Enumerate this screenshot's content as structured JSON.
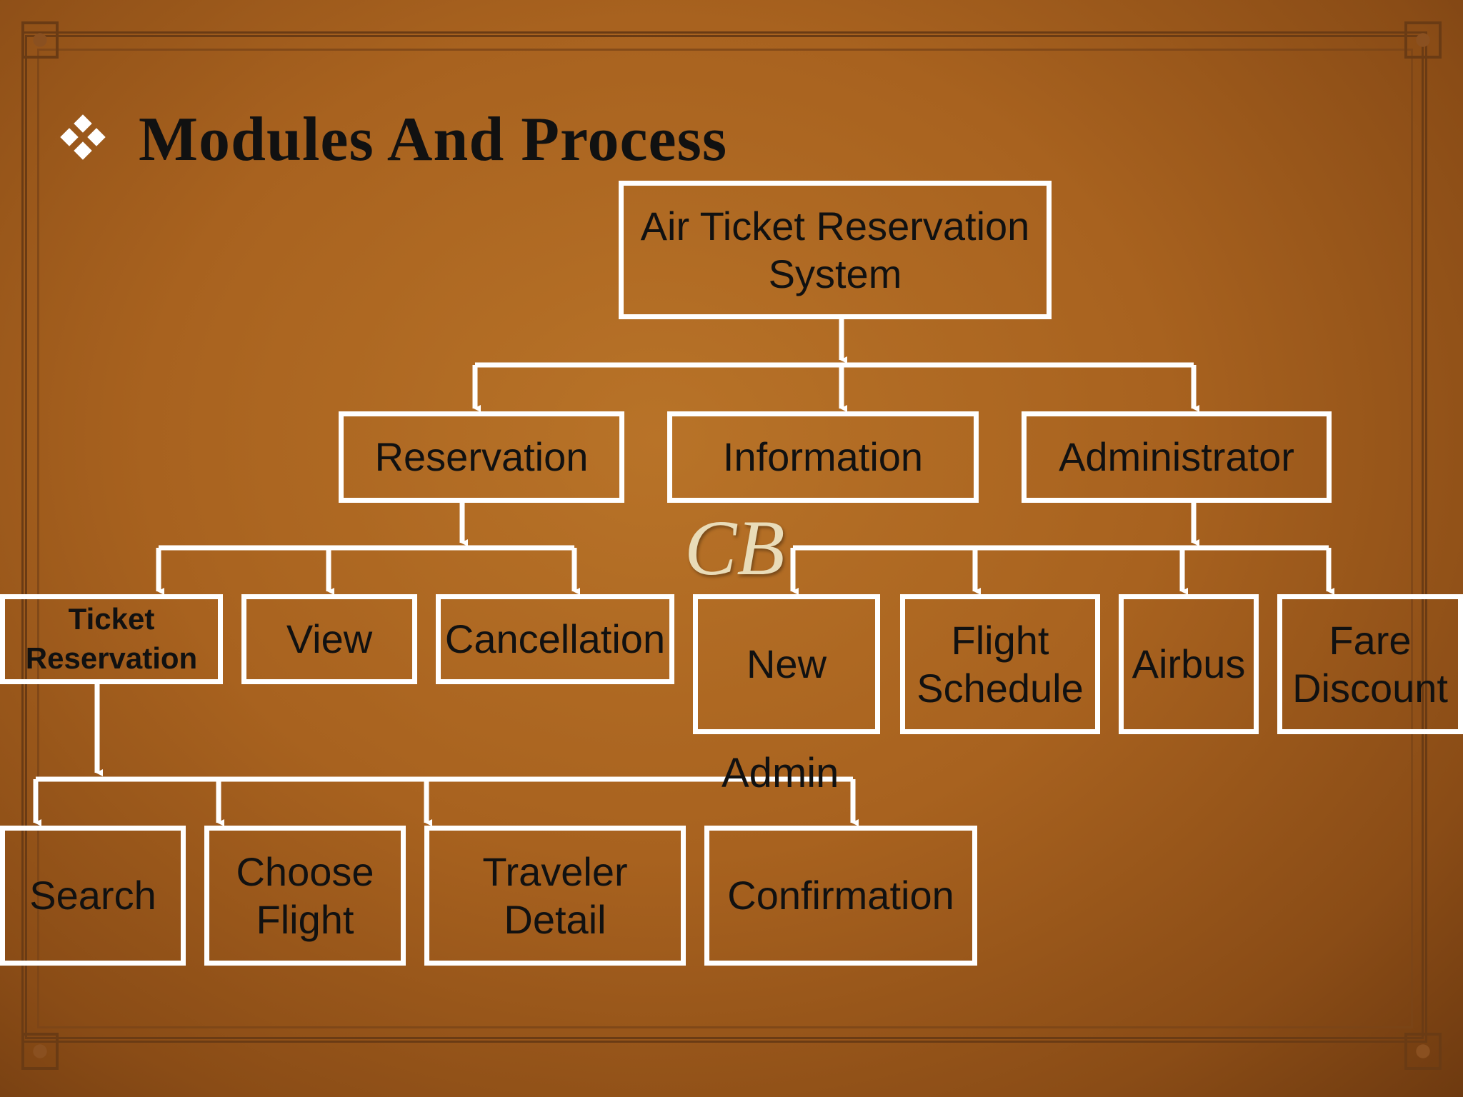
{
  "slide": {
    "title": "Modules And Process"
  },
  "diagram": {
    "root": "Air Ticket Reservation System",
    "modules": {
      "reservation": "Reservation",
      "information": "Information",
      "administrator": "Administrator"
    },
    "reservation_children": {
      "ticket_reservation": "Ticket Reservation",
      "view": "View",
      "cancellation": "Cancellation"
    },
    "administrator_children": {
      "new": "New",
      "flight_schedule": "Flight Schedule",
      "airbus": "Airbus",
      "fare_discount": "Fare Discount"
    },
    "ticket_reservation_children": {
      "search": "Search",
      "choose_flight": "Choose Flight",
      "traveler_detail": "Traveler Detail",
      "confirmation": "Confirmation"
    },
    "stray_label": "Admin"
  },
  "colors": {
    "box_border": "#ffffff",
    "connector": "#ffffff",
    "text": "#111111",
    "background": "#a8621f"
  }
}
